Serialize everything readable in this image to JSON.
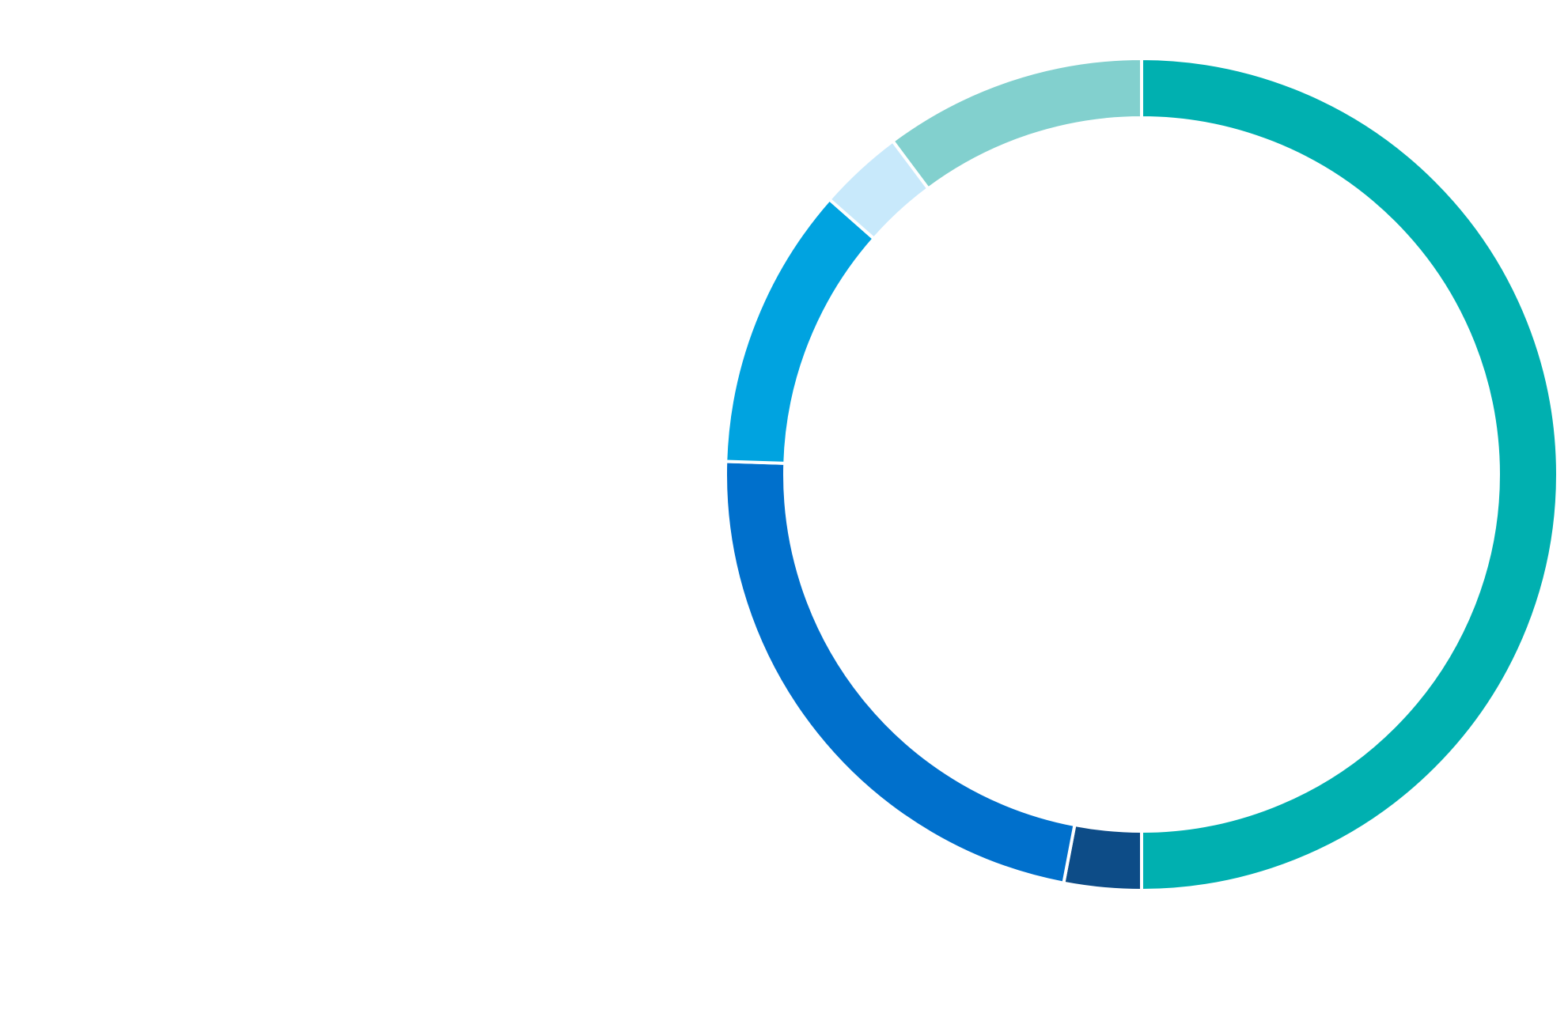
{
  "chart_data": {
    "type": "pie",
    "style": "donut",
    "values": [
      50.0,
      3.0,
      22.5,
      11.0,
      3.3,
      10.2
    ],
    "colors": [
      "#00b0b0",
      "#0d4c87",
      "#0070cc",
      "#00a3e0",
      "#c8e9fb",
      "#82d0ce"
    ],
    "start_angle_deg": 0,
    "direction": "clockwise",
    "separator_color": "#ffffff",
    "legend": "none",
    "data_labels": "none"
  }
}
